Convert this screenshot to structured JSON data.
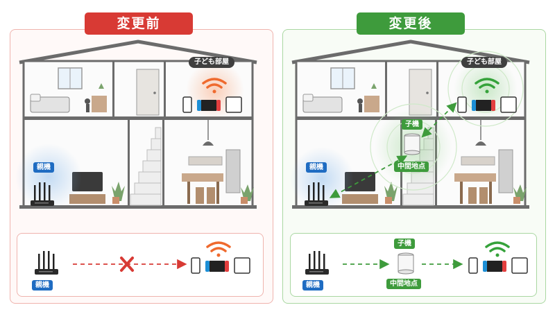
{
  "before": {
    "title": "変更前",
    "kids_room_label": "子ども部屋",
    "router_label": "親機"
  },
  "after": {
    "title": "変更後",
    "kids_room_label": "子ども部屋",
    "router_label": "親機",
    "extender_label": "子機",
    "midpoint_label": "中間地点"
  },
  "colors": {
    "red": "#d83a34",
    "green": "#3e9b3c",
    "blue": "#1f6cc2",
    "wifi_orange": "#ef6a2e",
    "wifi_green": "#35a23a"
  }
}
